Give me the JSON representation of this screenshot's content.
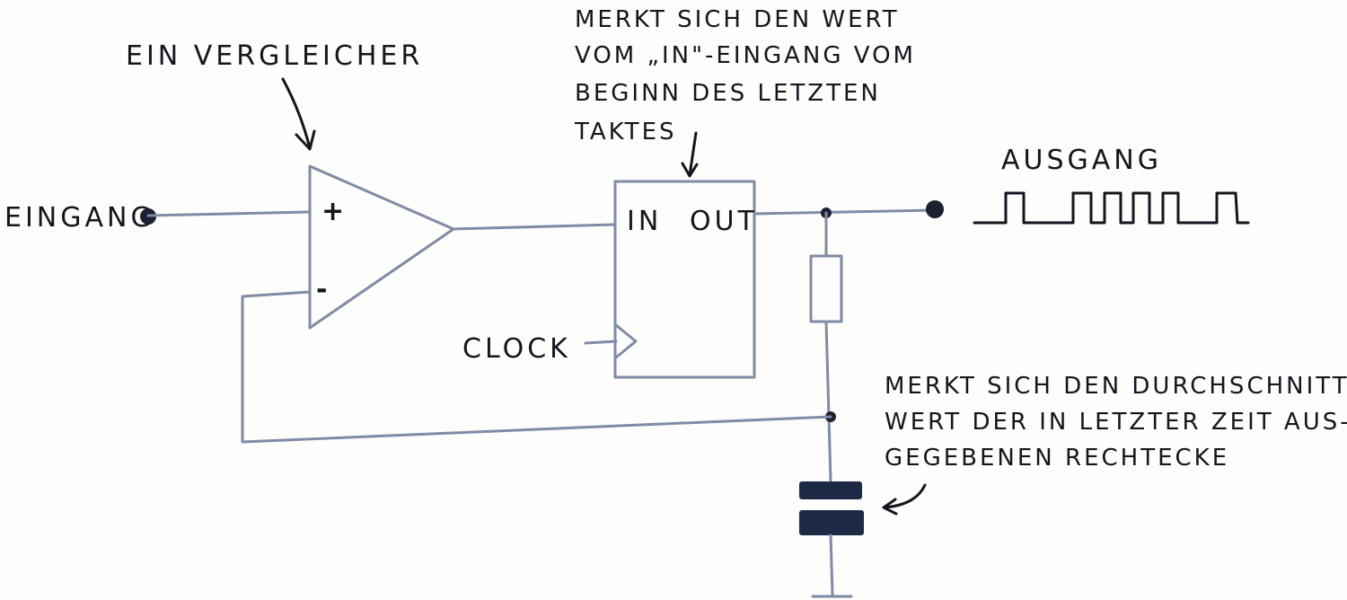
{
  "labels": {
    "comparator": "EIN VERGLEICHER",
    "flipflop_note": [
      "MERKT SICH DEN WERT",
      "VOM „IN\"-EINGANG VOM",
      "BEGINN DES LETZTEN",
      "TAKTES"
    ],
    "input": "EINGANG",
    "output": "AUSGANG",
    "clock": "CLOCK",
    "plus": "+",
    "minus": "-",
    "ff_in": "IN",
    "ff_out": "OUT",
    "capacitor_note": [
      "MERKT SICH DEN DURCHSCHNITTS-",
      "WERT DER IN LETZTER ZEIT AUS-",
      "GEGEBENEN RECHTECKE"
    ]
  },
  "colors": {
    "wire": "#7f8ca6",
    "ink": "#15151f",
    "capacitor": "#1c2a45"
  }
}
